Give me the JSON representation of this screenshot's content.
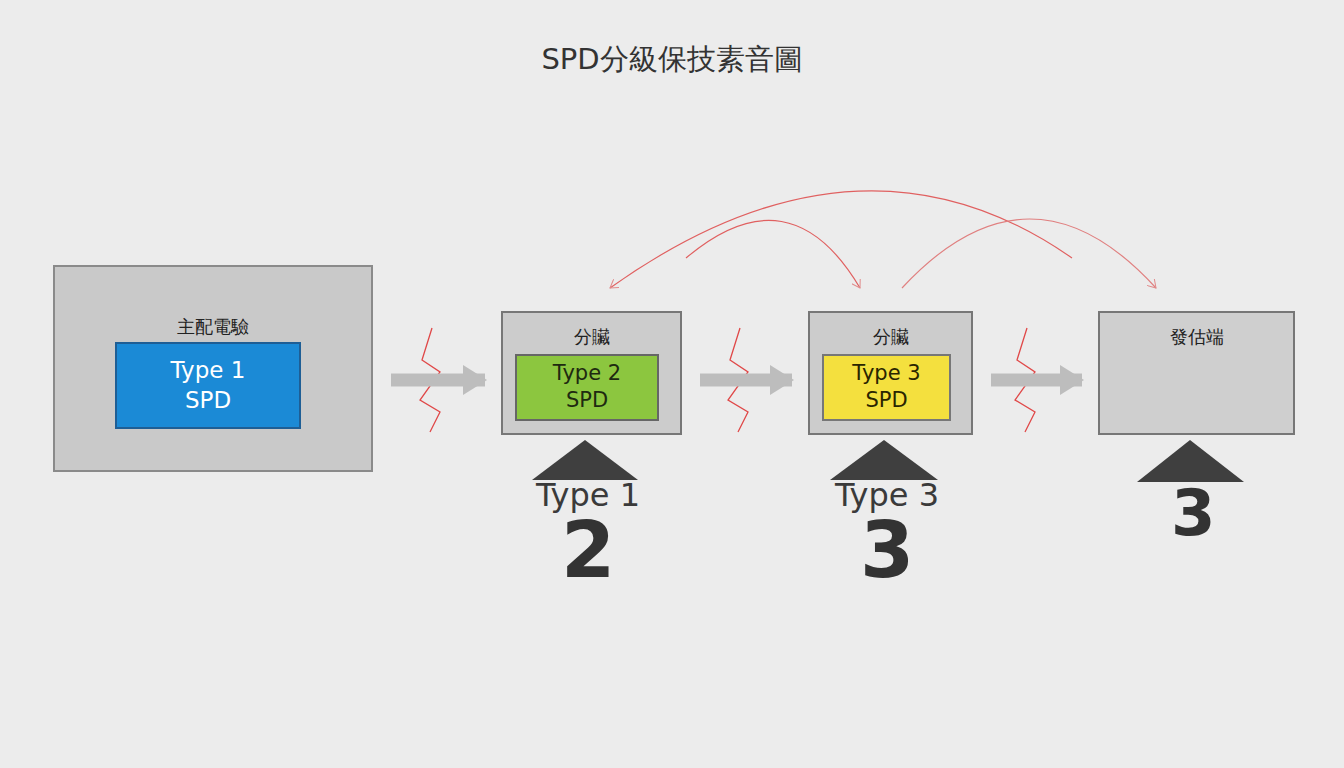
{
  "diagram": {
    "title": "SPD分級保技素音圖",
    "nodes": [
      {
        "text": [
          "主配電驗"
        ]
      },
      {
        "text": [
          "Type 1 SPD"
        ],
        "in": 0
      },
      {
        "text": [
          "分贜"
        ]
      },
      {
        "text": [
          "Type 2 SPD"
        ],
        "in": 2
      },
      {
        "text": [
          "分贜"
        ]
      },
      {
        "text": [
          "Type 3 SPD"
        ],
        "in": 4
      },
      {
        "text": [
          "發估端"
        ]
      }
    ],
    "edges": [
      {
        "from": 0,
        "to": 2,
        "arrow": "to"
      },
      {
        "from": 2,
        "to": 4,
        "arrow": "to"
      },
      {
        "from": 4,
        "to": 6,
        "arrow": "to"
      }
    ],
    "labels": [
      "Type 1",
      "2",
      "Type 3",
      "3",
      "3"
    ]
  }
}
